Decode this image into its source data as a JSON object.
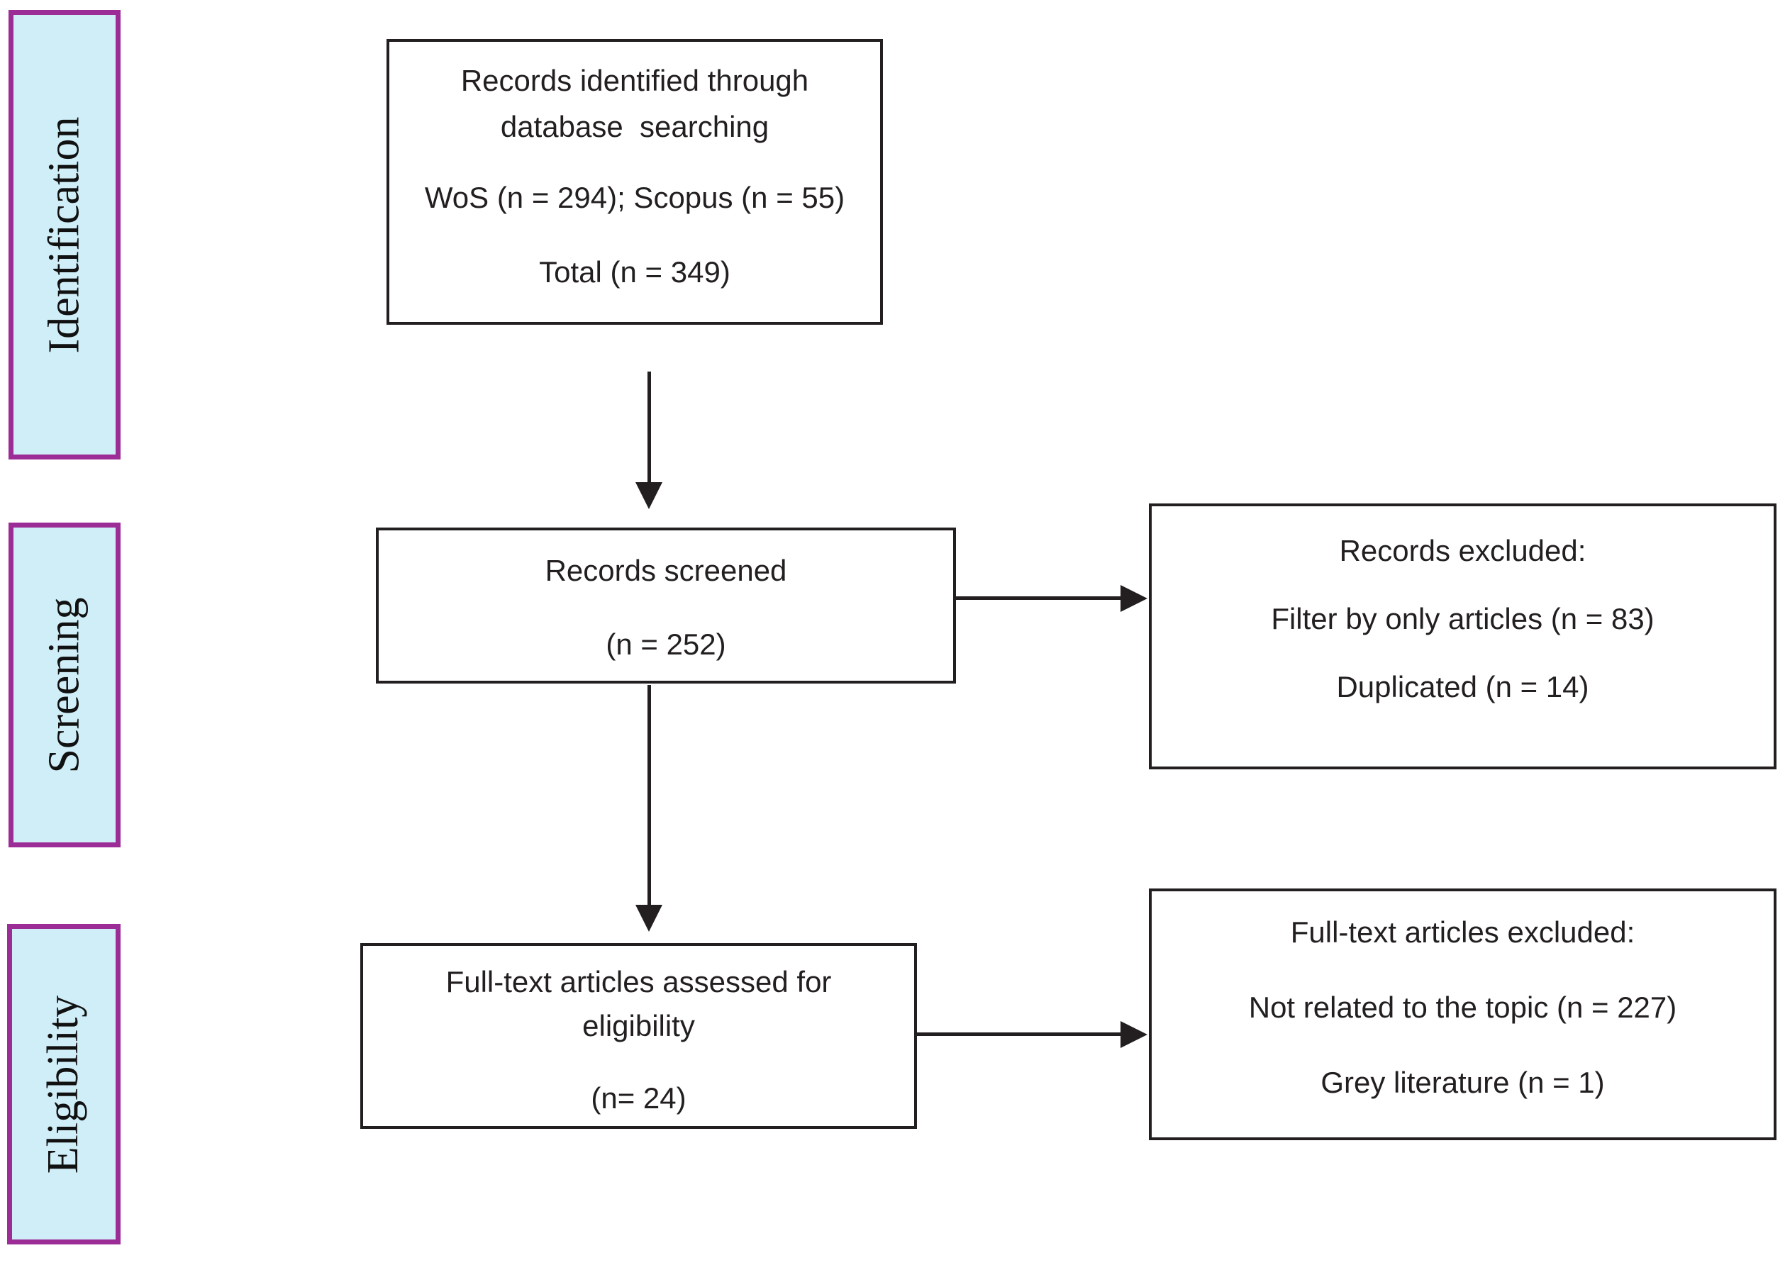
{
  "colors": {
    "stage_fill": "#d0eef8",
    "stage_border": "#9c2d96",
    "box_border": "#231f20",
    "box_background": "#ffffff",
    "text": "#231f20"
  },
  "stages": [
    {
      "label": "Identification"
    },
    {
      "label": "Screening"
    },
    {
      "label": "Eligibility"
    }
  ],
  "flow": {
    "identified": {
      "lines": [
        "Records identified through",
        "database  searching",
        "WoS (n = 294); Scopus (n = 55)",
        "Total (n = 349)"
      ],
      "counts": {
        "wos": 294,
        "scopus": 55,
        "total": 349
      }
    },
    "screened": {
      "lines": [
        "Records screened",
        "(n = 252)"
      ],
      "counts": {
        "screened": 252
      }
    },
    "records_excluded": {
      "lines": [
        "Records excluded:",
        "Filter by only articles (n = 83)",
        "Duplicated (n = 14)"
      ],
      "counts": {
        "filter_by_only_articles": 83,
        "duplicated": 14
      }
    },
    "fulltext_assessed": {
      "lines": [
        "Full-text articles assessed for",
        "eligibility",
        "(n= 24)"
      ],
      "counts": {
        "assessed": 24
      }
    },
    "fulltext_excluded": {
      "lines": [
        "Full-text articles excluded:",
        "Not related to the topic (n = 227)",
        "Grey literature (n = 1)"
      ],
      "counts": {
        "not_related_to_topic": 227,
        "grey_literature": 1
      }
    }
  }
}
